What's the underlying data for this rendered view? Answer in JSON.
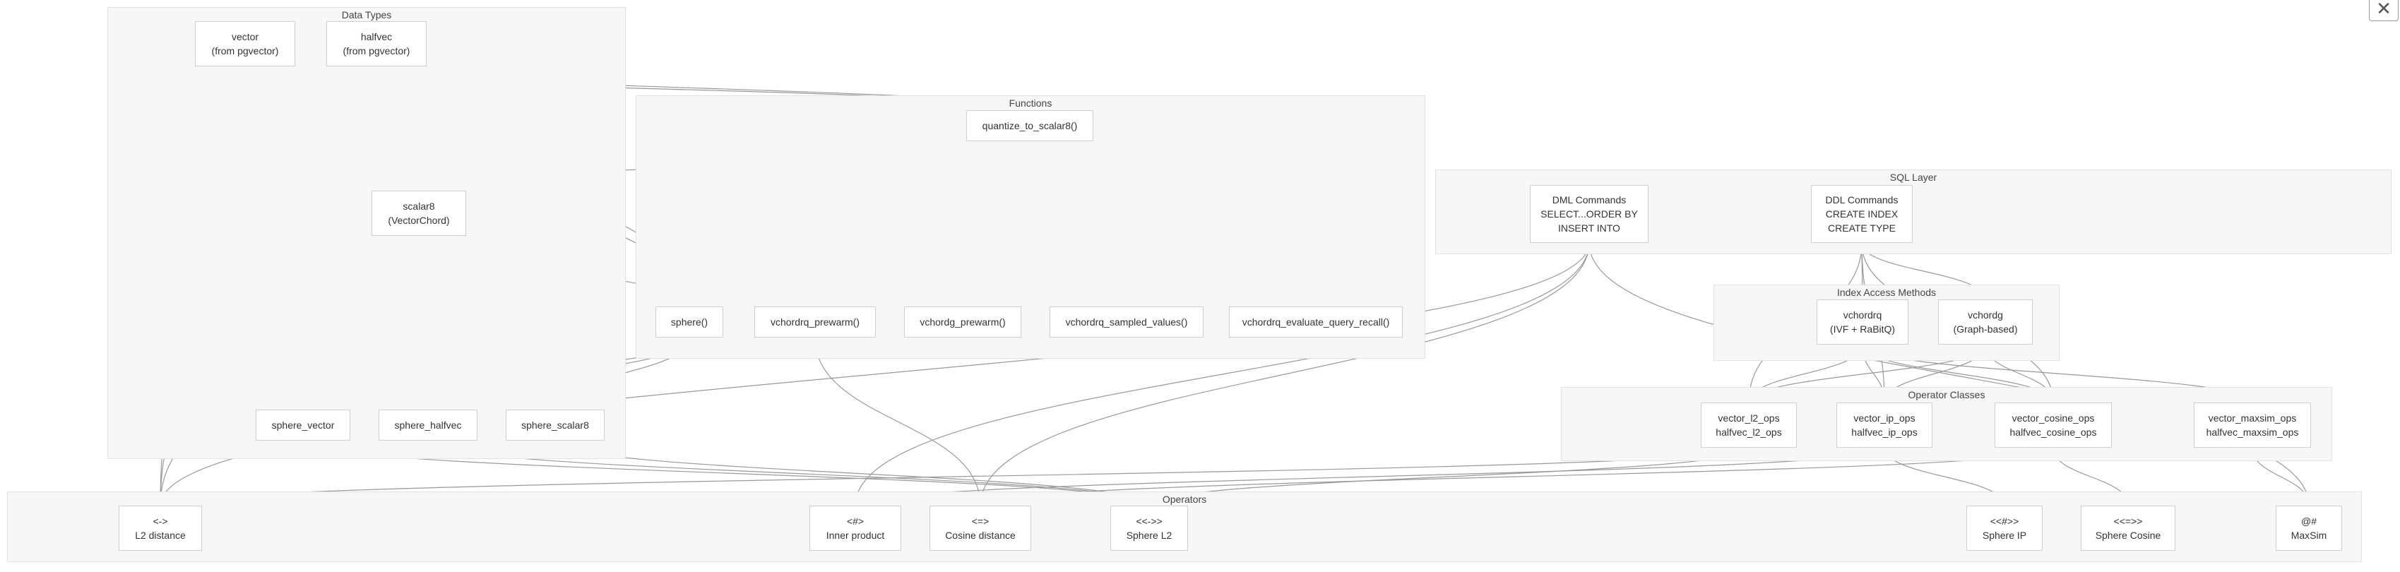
{
  "groups": {
    "data_types": "Data Types",
    "functions": "Functions",
    "sql_layer": "SQL Layer",
    "index_access_methods": "Index Access Methods",
    "operator_classes": "Operator Classes",
    "operators": "Operators"
  },
  "nodes": {
    "vector": [
      "vector",
      "(from pgvector)"
    ],
    "halfvec": [
      "halfvec",
      "(from pgvector)"
    ],
    "scalar8": [
      "scalar8",
      "(VectorChord)"
    ],
    "sphere_vector": [
      "sphere_vector"
    ],
    "sphere_halfvec": [
      "sphere_halfvec"
    ],
    "sphere_scalar8": [
      "sphere_scalar8"
    ],
    "quantize_to_scalar8": [
      "quantize_to_scalar8()"
    ],
    "sphere": [
      "sphere()"
    ],
    "vchordrq_prewarm": [
      "vchordrq_prewarm()"
    ],
    "vchordg_prewarm": [
      "vchordg_prewarm()"
    ],
    "vchordrq_sampled_values": [
      "vchordrq_sampled_values()"
    ],
    "vchordrq_evaluate_query_recall": [
      "vchordrq_evaluate_query_recall()"
    ],
    "dml_commands": [
      "DML Commands",
      "SELECT...ORDER BY",
      "INSERT INTO"
    ],
    "ddl_commands": [
      "DDL Commands",
      "CREATE INDEX",
      "CREATE TYPE"
    ],
    "vchordrq": [
      "vchordrq",
      "(IVF + RaBitQ)"
    ],
    "vchordg": [
      "vchordg",
      "(Graph-based)"
    ],
    "vector_l2_ops": [
      "vector_l2_ops",
      "halfvec_l2_ops"
    ],
    "vector_ip_ops": [
      "vector_ip_ops",
      "halfvec_ip_ops"
    ],
    "vector_cosine_ops": [
      "vector_cosine_ops",
      "halfvec_cosine_ops"
    ],
    "vector_maxsim_ops": [
      "vector_maxsim_ops",
      "halfvec_maxsim_ops"
    ],
    "op_l2": [
      "<->",
      "L2 distance"
    ],
    "op_ip": [
      "<#>",
      "Inner product"
    ],
    "op_cosine": [
      "<=>",
      "Cosine distance"
    ],
    "op_sphere_l2": [
      "<<->>",
      "Sphere L2"
    ],
    "op_sphere_ip": [
      "<<#>>",
      "Sphere IP"
    ],
    "op_sphere_cosine": [
      "<<=>>",
      "Sphere Cosine"
    ],
    "op_maxsim": [
      "@#",
      "MaxSim"
    ]
  },
  "edges": [
    [
      "vector",
      "quantize_to_scalar8"
    ],
    [
      "halfvec",
      "quantize_to_scalar8"
    ],
    [
      "quantize_to_scalar8",
      "scalar8"
    ],
    [
      "vector",
      "sphere"
    ],
    [
      "halfvec",
      "sphere"
    ],
    [
      "scalar8",
      "sphere"
    ],
    [
      "sphere",
      "sphere_vector"
    ],
    [
      "sphere",
      "sphere_halfvec"
    ],
    [
      "sphere",
      "sphere_scalar8"
    ],
    [
      "vector",
      "op_l2"
    ],
    [
      "halfvec",
      "op_l2"
    ],
    [
      "scalar8",
      "op_l2"
    ],
    [
      "sphere_vector",
      "op_sphere_l2"
    ],
    [
      "sphere_halfvec",
      "op_sphere_l2"
    ],
    [
      "sphere_scalar8",
      "op_sphere_l2"
    ],
    [
      "ddl_commands",
      "vchordrq"
    ],
    [
      "ddl_commands",
      "vchordg"
    ],
    [
      "ddl_commands",
      "vector_l2_ops"
    ],
    [
      "ddl_commands",
      "vector_ip_ops"
    ],
    [
      "ddl_commands",
      "vector_cosine_ops"
    ],
    [
      "vchordrq",
      "vector_l2_ops"
    ],
    [
      "vchordrq",
      "vector_ip_ops"
    ],
    [
      "vchordrq",
      "vector_cosine_ops"
    ],
    [
      "vchordrq",
      "vector_maxsim_ops"
    ],
    [
      "vchordg",
      "vector_l2_ops"
    ],
    [
      "vchordg",
      "vector_ip_ops"
    ],
    [
      "vchordg",
      "vector_cosine_ops"
    ],
    [
      "vector_l2_ops",
      "op_l2"
    ],
    [
      "vector_l2_ops",
      "op_sphere_l2"
    ],
    [
      "vector_ip_ops",
      "op_ip"
    ],
    [
      "vector_ip_ops",
      "op_sphere_ip"
    ],
    [
      "vector_cosine_ops",
      "op_cosine"
    ],
    [
      "vector_cosine_ops",
      "op_sphere_cosine"
    ],
    [
      "vector_maxsim_ops",
      "op_maxsim"
    ],
    [
      "dml_commands",
      "op_l2"
    ],
    [
      "dml_commands",
      "op_ip"
    ],
    [
      "dml_commands",
      "op_cosine"
    ],
    [
      "dml_commands",
      "op_maxsim"
    ],
    [
      "vchordrq_prewarm",
      "op_cosine"
    ]
  ],
  "close_glyph": "✕",
  "colors": {
    "group_bg": "#f7f7f7",
    "node_border": "#cfcfcf",
    "edge": "#999999"
  }
}
